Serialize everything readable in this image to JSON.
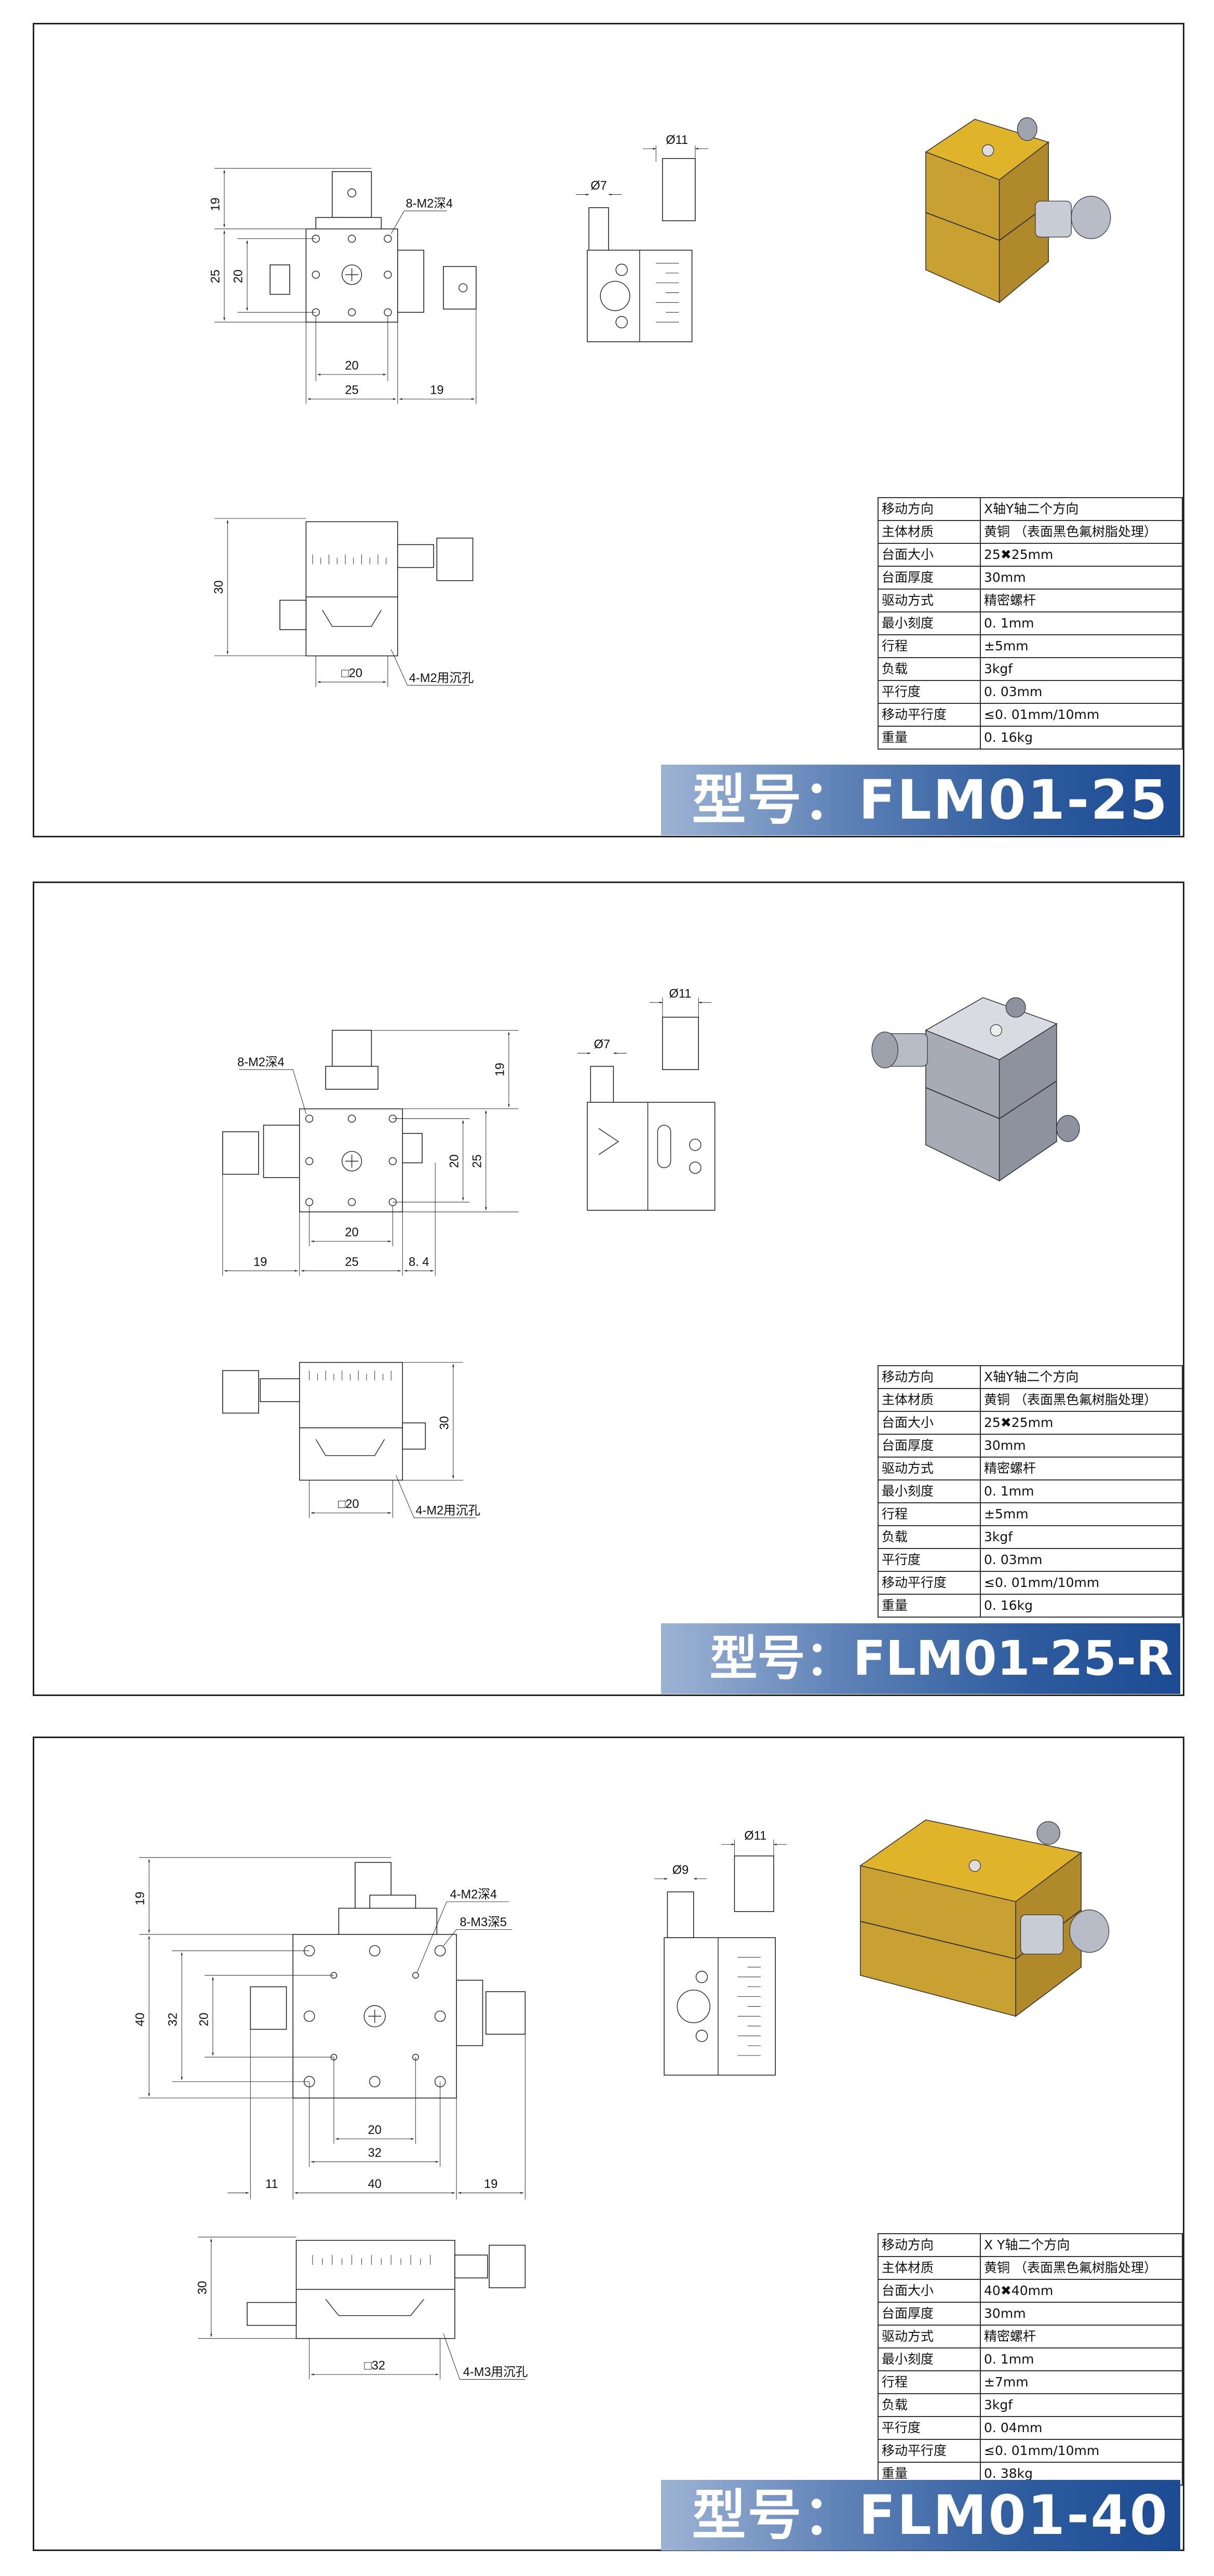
{
  "panels": [
    {
      "model_banner": "型号：FLM01-25",
      "theme": "gold",
      "dims": {
        "top_h1": "19",
        "top_v_outer": "25",
        "top_v_inner": "20",
        "top_w_inner": "20",
        "top_w_outer": "25",
        "top_w_knob": "19",
        "hole_note": "8-M2深4",
        "side_knob_dia": "Ø11",
        "side_small_dia": "Ø7",
        "bottom_height": "30",
        "bottom_square": "□20",
        "bottom_note": "4-M2用沉孔"
      },
      "specs": [
        {
          "k": "移动方向",
          "v": "X轴Y轴二个方向"
        },
        {
          "k": "主体材质",
          "v": "黄铜 （表面黑色氟树脂处理）"
        },
        {
          "k": "台面大小",
          "v": "25✖25mm"
        },
        {
          "k": "台面厚度",
          "v": "30mm"
        },
        {
          "k": "驱动方式",
          "v": "精密螺杆"
        },
        {
          "k": "最小刻度",
          "v": "0. 1mm"
        },
        {
          "k": "行程",
          "v": "±5mm"
        },
        {
          "k": "负载",
          "v": "3kgf"
        },
        {
          "k": "平行度",
          "v": "0. 03mm"
        },
        {
          "k": "移动平行度",
          "v": "≤0. 01mm/10mm"
        },
        {
          "k": "重量",
          "v": "0. 16kg"
        }
      ]
    },
    {
      "model_banner": "型号：FLM01-25-R",
      "theme": "silver",
      "dims": {
        "top_h1": "19",
        "top_v_outer": "25",
        "top_v_inner": "20",
        "top_w_inner": "20",
        "top_w_knob": "19",
        "top_w_outer": "25",
        "top_w_right": "8. 4",
        "hole_note": "8-M2深4",
        "side_knob_dia": "Ø11",
        "side_small_dia": "Ø7",
        "bottom_height": "30",
        "bottom_square": "□20",
        "bottom_note": "4-M2用沉孔"
      },
      "specs": [
        {
          "k": "移动方向",
          "v": "X轴Y轴二个方向"
        },
        {
          "k": "主体材质",
          "v": "黄铜 （表面黑色氟树脂处理）"
        },
        {
          "k": "台面大小",
          "v": "25✖25mm"
        },
        {
          "k": "台面厚度",
          "v": "30mm"
        },
        {
          "k": "驱动方式",
          "v": "精密螺杆"
        },
        {
          "k": "最小刻度",
          "v": "0. 1mm"
        },
        {
          "k": "行程",
          "v": "±5mm"
        },
        {
          "k": "负载",
          "v": "3kgf"
        },
        {
          "k": "平行度",
          "v": "0. 03mm"
        },
        {
          "k": "移动平行度",
          "v": "≤0. 01mm/10mm"
        },
        {
          "k": "重量",
          "v": "0. 16kg"
        }
      ]
    },
    {
      "model_banner": "型号：FLM01-40",
      "theme": "gold",
      "dims": {
        "top_h1": "19",
        "top_v_outer": "40",
        "top_v_mid": "32",
        "top_v_inner": "20",
        "top_w_inner": "20",
        "top_w_mid": "32",
        "top_w_left": "11",
        "top_w_outer": "40",
        "top_w_knob": "19",
        "hole_note_a": "4-M2深4",
        "hole_note_b": "8-M3深5",
        "side_knob_dia": "Ø11",
        "side_small_dia": "Ø9",
        "bottom_height": "30",
        "bottom_square": "□32",
        "bottom_note": "4-M3用沉孔"
      },
      "specs": [
        {
          "k": "移动方向",
          "v": "X  Y轴二个方向"
        },
        {
          "k": "主体材质",
          "v": "黄铜 （表面黑色氟树脂处理）"
        },
        {
          "k": "台面大小",
          "v": "40✖40mm"
        },
        {
          "k": "台面厚度",
          "v": "30mm"
        },
        {
          "k": "驱动方式",
          "v": "精密螺杆"
        },
        {
          "k": "最小刻度",
          "v": "0. 1mm"
        },
        {
          "k": "行程",
          "v": "±7mm"
        },
        {
          "k": "负载",
          "v": "3kgf"
        },
        {
          "k": "平行度",
          "v": "0. 04mm"
        },
        {
          "k": "移动平行度",
          "v": "≤0. 01mm/10mm"
        },
        {
          "k": "重量",
          "v": "0. 38kg"
        }
      ]
    }
  ],
  "colors": {
    "gold_top": "#e0b42a",
    "gold_side": "#c29a2e",
    "silver_top": "#d9dbe2",
    "silver_side": "#a7abb6",
    "banner_dark": "#1c4b94",
    "banner_light": "#9db3d4"
  }
}
